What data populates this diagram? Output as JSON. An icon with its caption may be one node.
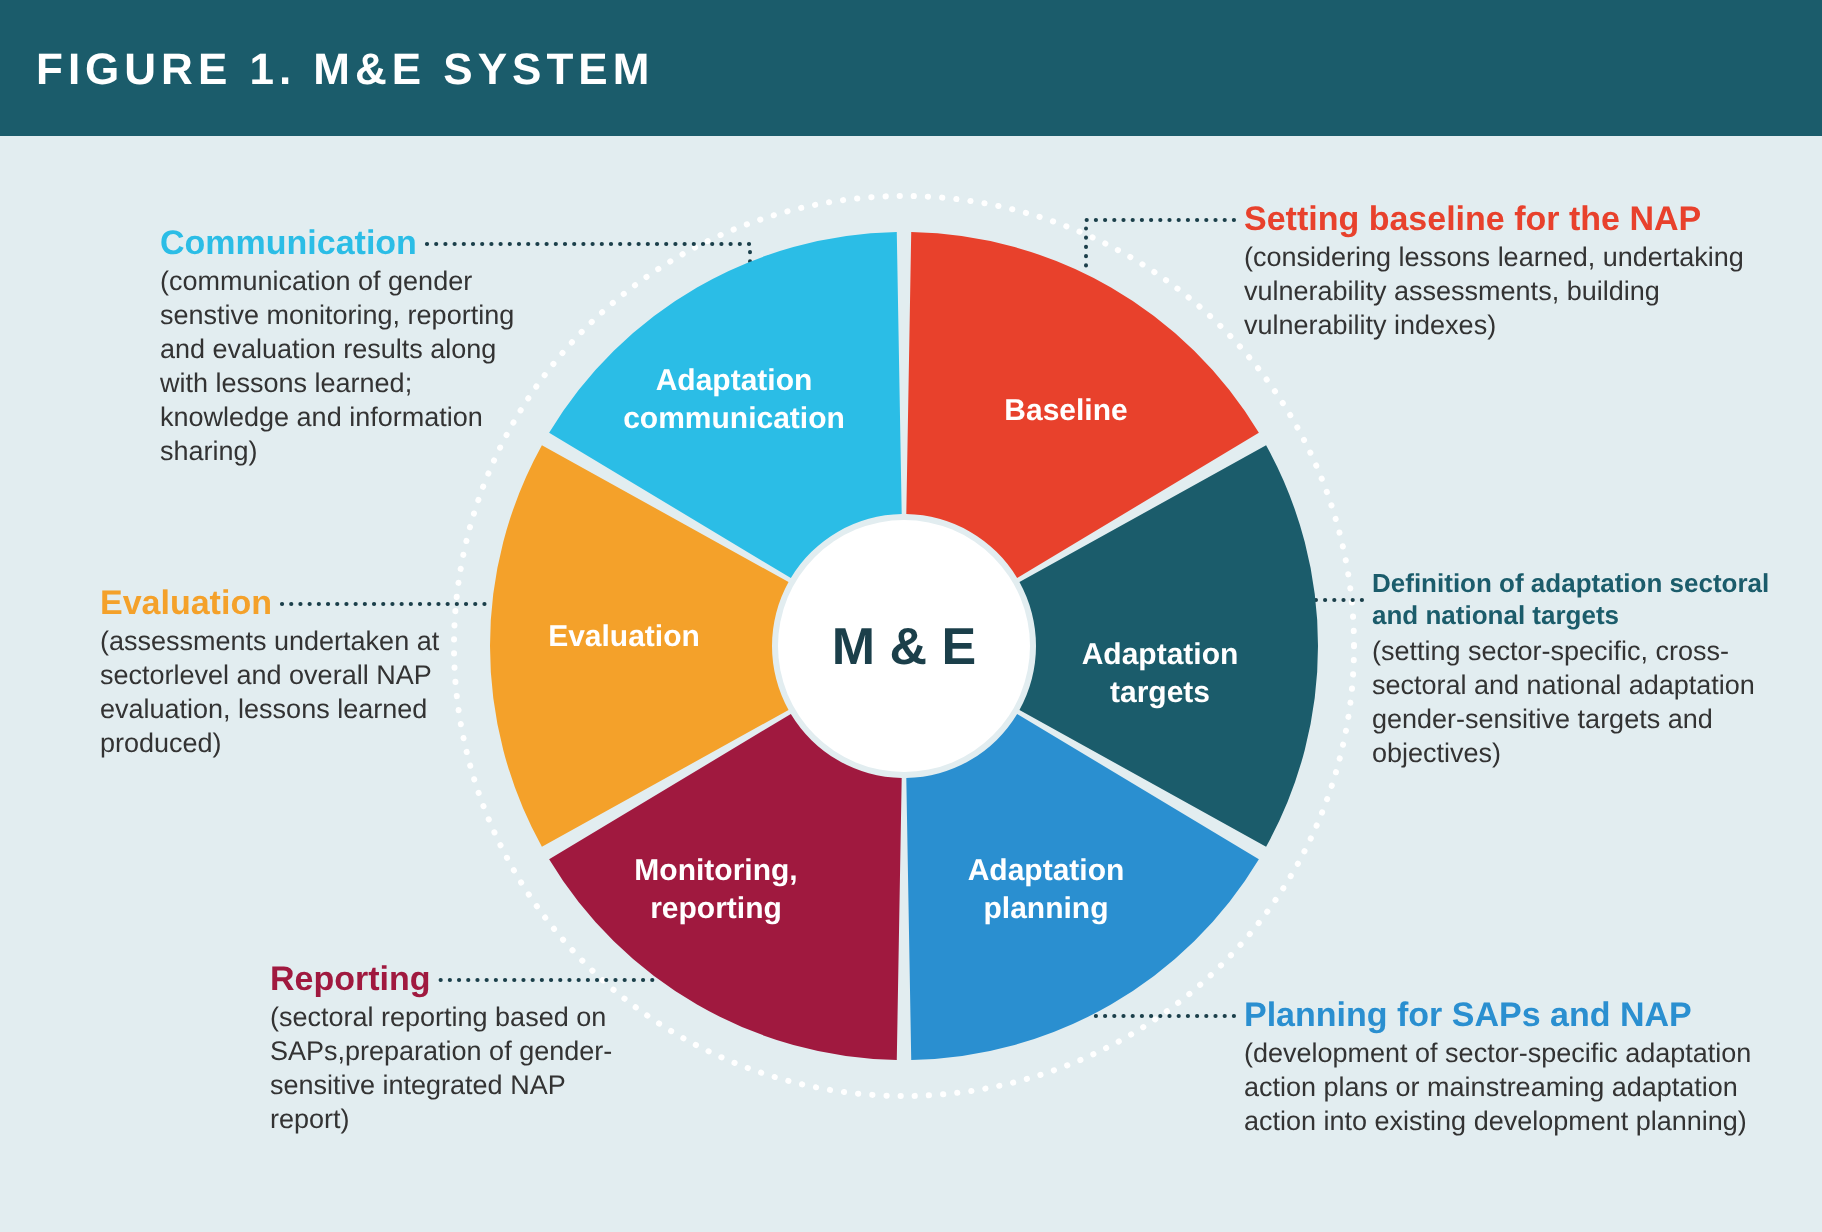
{
  "diagram": {
    "title": "FIGURE 1. M&E SYSTEM",
    "nodes": [
      {
        "text": [
          "M & E"
        ]
      },
      {
        "text": [
          "Baseline"
        ]
      },
      {
        "text": [
          "Adaptation targets"
        ]
      },
      {
        "text": [
          "Adaptation planning"
        ]
      },
      {
        "text": [
          "Monitoring, reporting"
        ]
      },
      {
        "text": [
          "Evaluation"
        ]
      },
      {
        "text": [
          "Adaptation communication"
        ]
      },
      {
        "text": [
          "Communication",
          "(communication of gender senstive monitoring, reporting and evaluation results along with lessons learned; knowledge and information sharing)"
        ]
      },
      {
        "text": [
          "Setting baseline for the NAP",
          "(considering lessons learned, undertaking vulnerability assessments, building vulnerability indexes)"
        ]
      },
      {
        "text": [
          "Definition of adaptation sectoral and national targets",
          "(setting sector-specific, cross-sectoral and national adaptation gender-sensitive targets and objectives)"
        ]
      },
      {
        "text": [
          "Evaluation",
          "(assessments undertaken at sectorlevel and overall NAP evaluation, lessons learned produced)"
        ]
      },
      {
        "text": [
          "Planning for  SAPs and NAP",
          "(development of sector-specific adaptation action plans or mainstreaming adaptation action into existing development planning)"
        ]
      },
      {
        "text": [
          "Reporting",
          "(sectoral reporting based on SAPs,preparation of gender-sensitive integrated NAP report)"
        ]
      }
    ],
    "edges": [
      {
        "from": 7,
        "to": 6,
        "arrow": "none"
      },
      {
        "from": 8,
        "to": 1,
        "arrow": "none"
      },
      {
        "from": 9,
        "to": 2,
        "arrow": "none"
      },
      {
        "from": 10,
        "to": 5,
        "arrow": "none"
      },
      {
        "from": 11,
        "to": 3,
        "arrow": "none"
      },
      {
        "from": 12,
        "to": 4,
        "arrow": "none"
      }
    ]
  }
}
